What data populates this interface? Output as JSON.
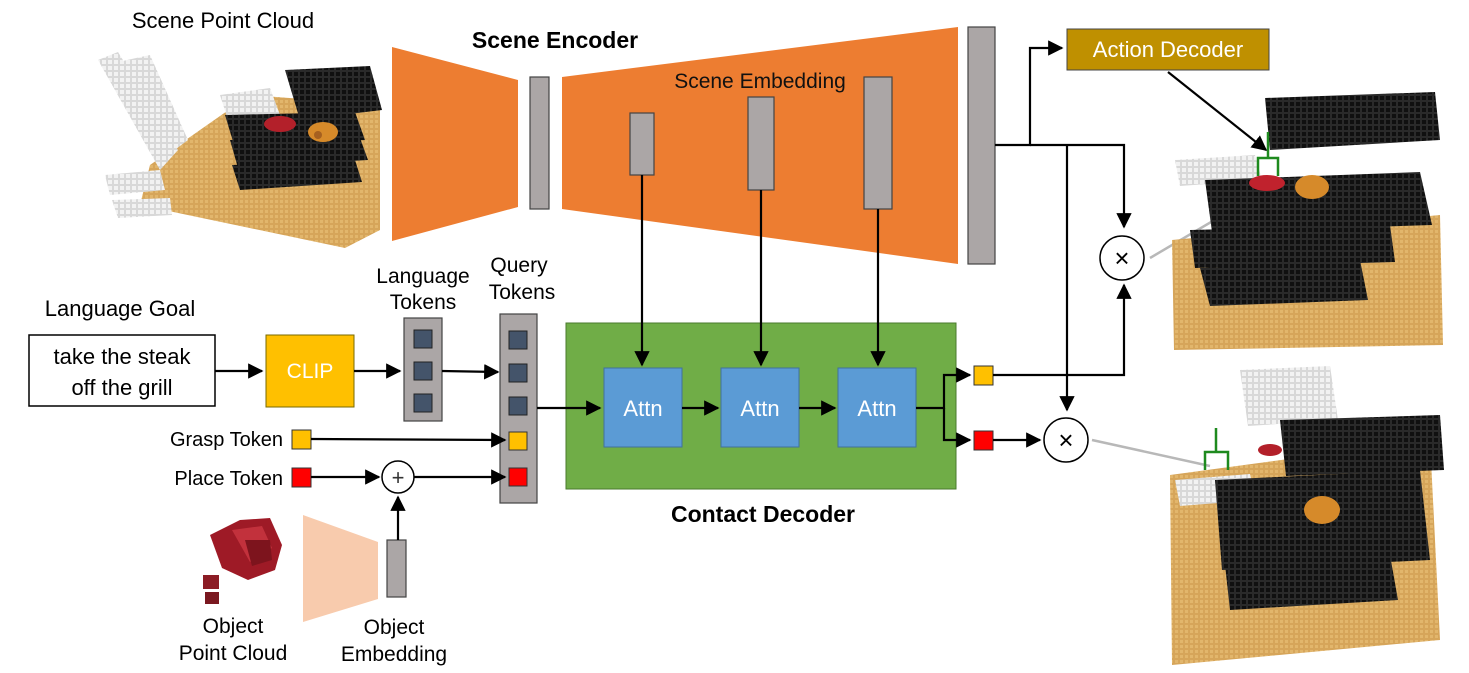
{
  "labels": {
    "scene_point_cloud": "Scene Point Cloud",
    "scene_encoder": "Scene Encoder",
    "scene_embedding": "Scene Embedding",
    "action_decoder": "Action Decoder",
    "language_goal": "Language Goal",
    "goal_text_line1": "take the steak",
    "goal_text_line2": "off the grill",
    "clip": "CLIP",
    "language_tokens_line1": "Language",
    "language_tokens_line2": "Tokens",
    "query_tokens_line1": "Query",
    "query_tokens_line2": "Tokens",
    "grasp_token": "Grasp Token",
    "place_token": "Place Token",
    "attn_1": "Attn",
    "attn_2": "Attn",
    "attn_3": "Attn",
    "contact_decoder": "Contact Decoder",
    "object_point_cloud_line1": "Object",
    "object_point_cloud_line2": "Point Cloud",
    "object_embedding_line1": "Object",
    "object_embedding_line2": "Embedding",
    "add_symbol": "+",
    "multiply_symbol_1": "×",
    "multiply_symbol_2": "×"
  },
  "colors": {
    "encoder_orange": "#ED7D31",
    "decoder_green": "#70AD47",
    "attn_blue": "#5B9BD5",
    "clip_yellow": "#FFC000",
    "action_decoder_gold": "#BF9000",
    "grasp_token_yellow": "#FFC000",
    "place_token_red": "#FF0000",
    "token_slate": "#44546A",
    "embedding_gray": "#ABA6A6",
    "object_encoder_peach": "#F8CBAD",
    "gripper_green": "#1E8A1E"
  },
  "icons": {
    "scene_point_cloud": "voxel-grill-scene-image",
    "object_point_cloud": "voxel-steak-image",
    "grasp_result": "grasp-pose-on-grill-image",
    "place_result": "place-pose-on-grill-image"
  }
}
